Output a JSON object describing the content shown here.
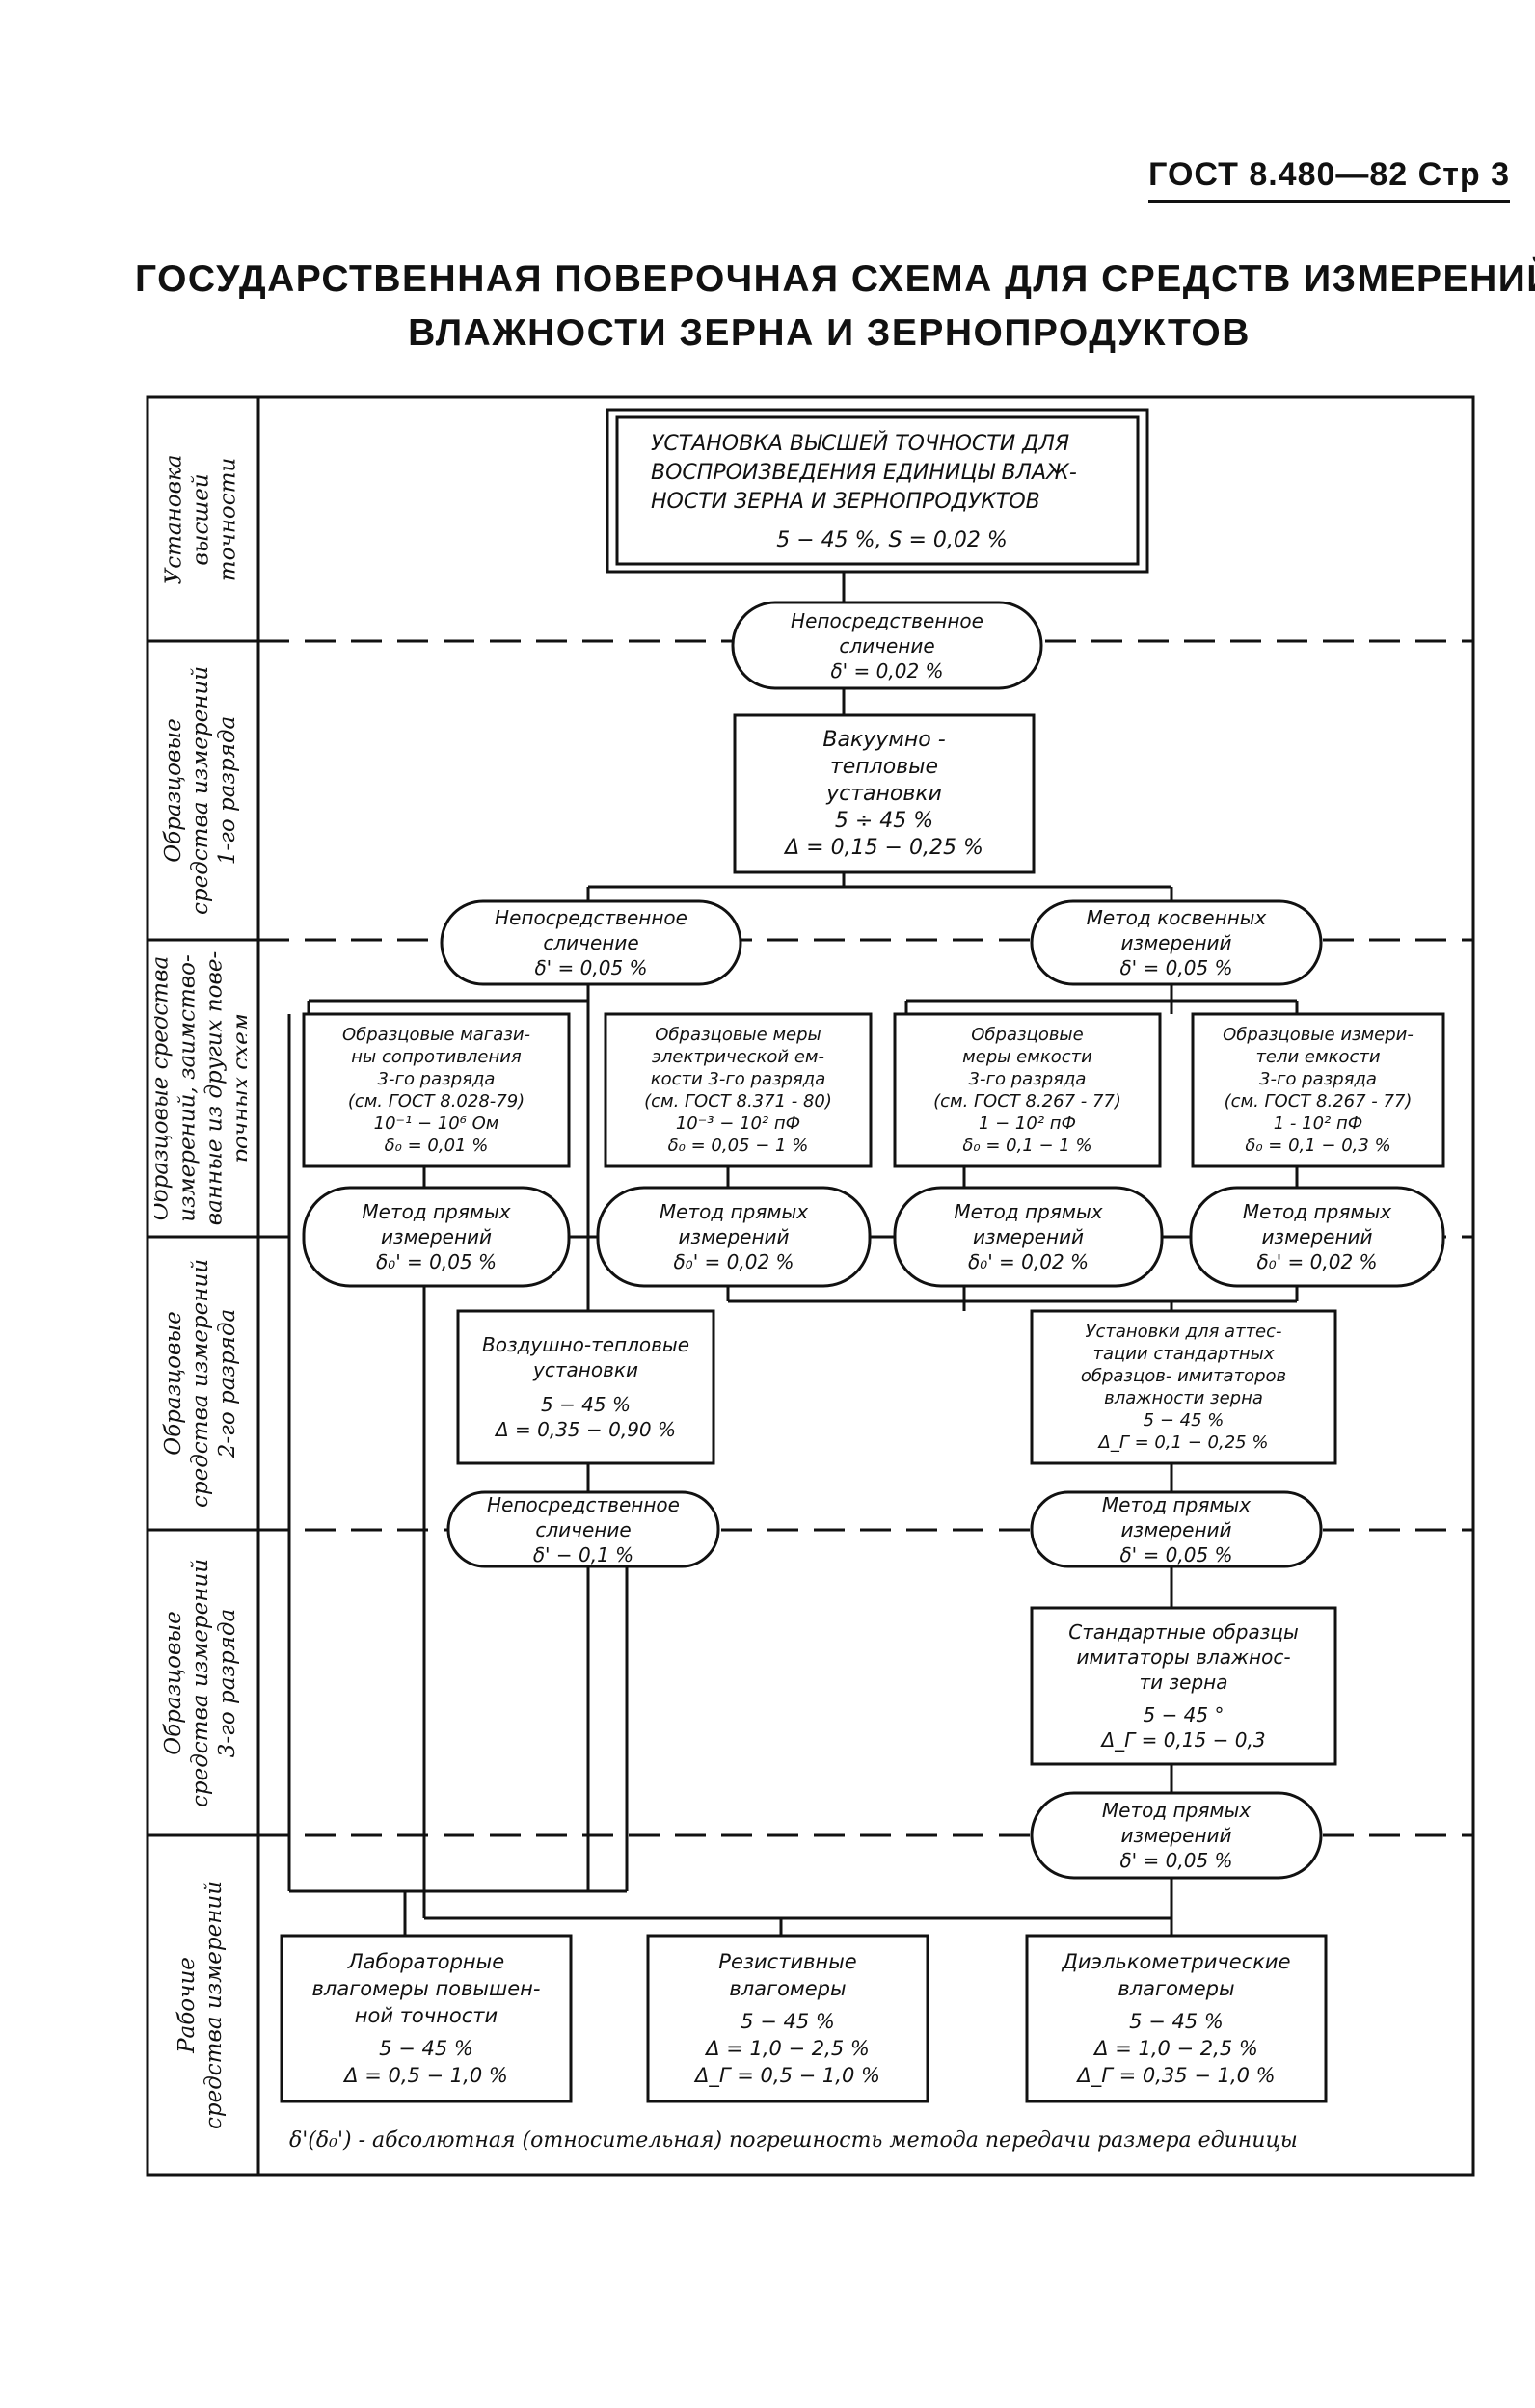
{
  "header": "ГОСТ 8.480—82 Стр 3",
  "title_lines": [
    "ГОСУДАРСТВЕННАЯ ПОВЕРОЧНАЯ СХЕМА ДЛЯ СРЕДСТВ ИЗМЕРЕНИЙ",
    "ВЛАЖНОСТИ ЗЕРНА И ЗЕРНОПРОДУКТОВ"
  ],
  "levels": [
    "Установка\nвысшей\nточности",
    "Образцовые\nсредства измерений\n1-го разряда",
    "Образцовые средства\nизмерений, заимство-\nванные из других пове-\nрочных схем",
    "Образцовые\nсредства измерений\n2-го разряда",
    "Образцовые\nсредства измерений\n3-го разряда",
    "Рабочие\nсредства измерений"
  ],
  "top_standard": {
    "lines": [
      "УСТАНОВКА ВЫСШЕЙ ТОЧНОСТИ ДЛЯ",
      "ВОСПРОИЗВЕДЕНИЯ ЕДИНИЦЫ ВЛАЖ-",
      "НОСТИ ЗЕРНА И ЗЕРНОПРОДУКТОВ"
    ],
    "params": "5 − 45 %,      S = 0,02 %"
  },
  "method_1": {
    "lines": [
      "Непосредственное",
      "сличение"
    ],
    "param": "δ' = 0,02 %"
  },
  "vacuum": {
    "lines": [
      "Вакуумно -",
      "тепловые",
      "установки"
    ],
    "params": [
      "5 ÷ 45 %",
      "Δ = 0,15 − 0,25 %"
    ]
  },
  "method_2a": {
    "lines": [
      "Непосредственное",
      "сличение"
    ],
    "param": "δ' = 0,05 %"
  },
  "method_2b": {
    "lines": [
      "Метод косвенных",
      "измерений"
    ],
    "param": "δ' = 0,05 %"
  },
  "borrowed": [
    {
      "lines": [
        "Образцовые магази-",
        "ны сопротивления",
        "3-го разряда",
        "(см. ГОСТ 8.028-79)",
        "10⁻¹ − 10⁶ Ом",
        "δ₀ = 0,01 %"
      ]
    },
    {
      "lines": [
        "Образцовые меры",
        "электрической ем-",
        "кости 3-го разряда",
        "(см. ГОСТ 8.371 - 80)",
        "10⁻³ − 10² пФ",
        "δ₀ = 0,05 − 1 %"
      ]
    },
    {
      "lines": [
        "Образцовые",
        "меры емкости",
        "3-го разряда",
        "(см. ГОСТ 8.267 - 77)",
        "1 − 10² пФ",
        "δ₀ = 0,1 − 1 %"
      ]
    },
    {
      "lines": [
        "Образцовые измери-",
        "тели емкости",
        "3-го разряда",
        "(см. ГОСТ 8.267 - 77)",
        "1 - 10² пФ",
        "δ₀ = 0,1 − 0,3 %"
      ]
    }
  ],
  "direct_methods": [
    {
      "lines": [
        "Метод прямых",
        "измерений"
      ],
      "param": "δ₀' = 0,05 %"
    },
    {
      "lines": [
        "Метод прямых",
        "измерений"
      ],
      "param": "δ₀' = 0,02 %"
    },
    {
      "lines": [
        "Метод прямых",
        "измерений"
      ],
      "param": "δ₀' = 0,02 %"
    },
    {
      "lines": [
        "Метод прямых",
        "измерений"
      ],
      "param": "δ₀' = 0,02 %"
    }
  ],
  "air_thermal": {
    "lines": [
      "Воздушно-тепловые",
      "установки"
    ],
    "params": [
      "5 − 45 %",
      "Δ = 0,35 − 0,90 %"
    ]
  },
  "attestation": {
    "lines": [
      "Установки для аттес-",
      "тации стандартных",
      "образцов- имитаторов",
      "влажности зерна"
    ],
    "params": [
      "5 − 45 %",
      "Δ_Г = 0,1 − 0,25 %"
    ]
  },
  "method_3a": {
    "lines": [
      "Непосредственное",
      "сличение"
    ],
    "param": "δ' − 0,1 %"
  },
  "method_3b": {
    "lines": [
      "Метод прямых",
      "измерений"
    ],
    "param": "δ' = 0,05 %"
  },
  "standard_samples": {
    "lines": [
      "Стандартные образцы",
      "имитаторы влажнос-",
      "ти зерна"
    ],
    "params": [
      "5 − 45 °",
      "Δ_Г = 0,15 − 0,3"
    ]
  },
  "method_4": {
    "lines": [
      "Метод прямых",
      "измерений"
    ],
    "param": "δ' = 0,05 %"
  },
  "working": [
    {
      "lines": [
        "Лабораторные",
        "влагомеры повышен-",
        "ной точности"
      ],
      "params": [
        "5 − 45 %",
        "Δ = 0,5 − 1,0 %"
      ]
    },
    {
      "lines": [
        "Резистивные",
        "влагомеры"
      ],
      "params": [
        "5 − 45 %",
        "Δ = 1,0 − 2,5 %",
        "Δ_Г = 0,5 − 1,0 %"
      ]
    },
    {
      "lines": [
        "Диэлькометрические",
        "влагомеры"
      ],
      "params": [
        "5 − 45 %",
        "Δ = 1,0 − 2,5 %",
        "Δ_Г = 0,35 − 1,0 %"
      ]
    }
  ],
  "footnote": "δ'(δ₀') - абсолютная (относительная) погрешность метода передачи размера единицы"
}
